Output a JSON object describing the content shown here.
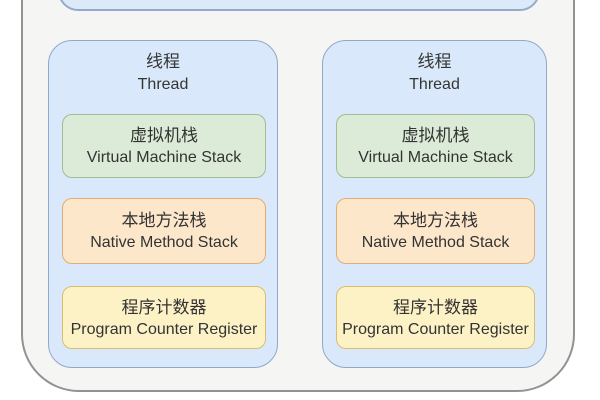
{
  "diagram": {
    "description_colors": {
      "outer_fill": "#f5f5f3",
      "outer_border": "#929292",
      "thread_fill": "#d9e8fa",
      "thread_border": "#90a9c8",
      "vm_stack_fill": "#dcebd7",
      "vm_stack_border": "#a2bd94",
      "native_stack_fill": "#fce7cb",
      "native_stack_border": "#e0ae74",
      "pc_register_fill": "#fdf2c6",
      "pc_register_border": "#d8bf70"
    },
    "threads": [
      {
        "title_zh": "线程",
        "title_en": "Thread",
        "blocks": [
          {
            "label_zh": "虚拟机栈",
            "label_en": "Virtual Machine Stack"
          },
          {
            "label_zh": "本地方法栈",
            "label_en": "Native Method Stack"
          },
          {
            "label_zh": "程序计数器",
            "label_en": "Program Counter Register"
          }
        ]
      },
      {
        "title_zh": "线程",
        "title_en": "Thread",
        "blocks": [
          {
            "label_zh": "虚拟机栈",
            "label_en": "Virtual Machine Stack"
          },
          {
            "label_zh": "本地方法栈",
            "label_en": "Native Method Stack"
          },
          {
            "label_zh": "程序计数器",
            "label_en": "Program Counter Register"
          }
        ]
      }
    ]
  }
}
